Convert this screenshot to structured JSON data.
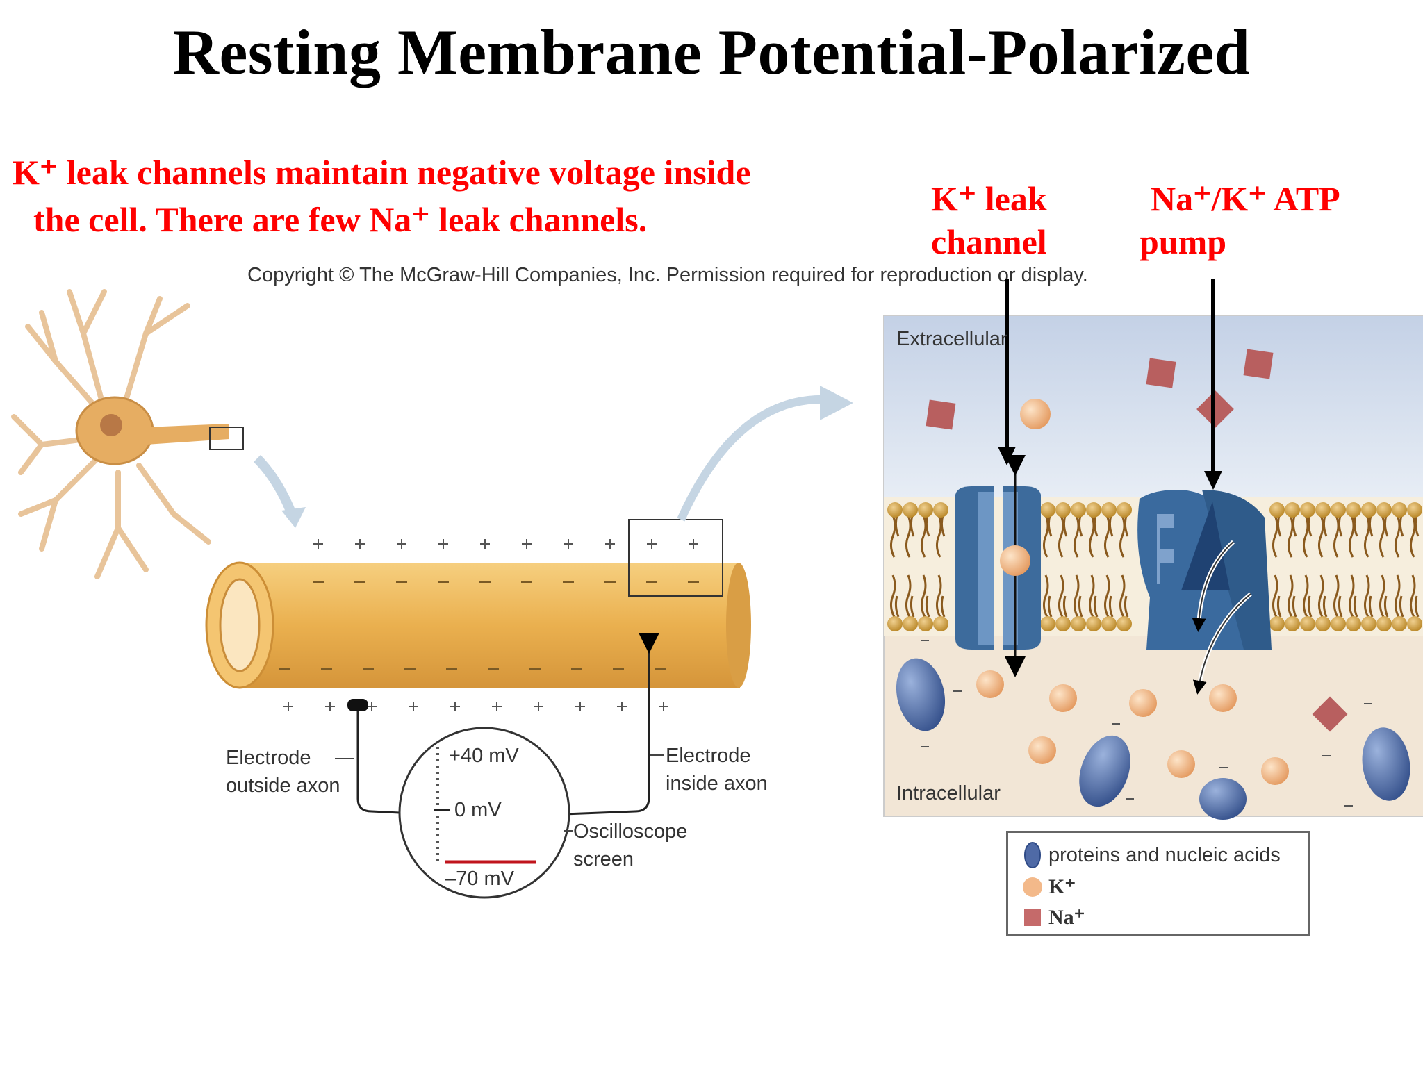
{
  "title": "Resting Membrane Potential-Polarized",
  "intro": {
    "line1": "K⁺ leak channels maintain negative voltage inside",
    "line2": "the cell.  There are few Na⁺ leak channels."
  },
  "callouts": {
    "k_leak_line1": "K⁺ leak",
    "k_leak_line2": "channel",
    "pump_line1": "Na⁺/K⁺ ATP",
    "pump_line2": "pump"
  },
  "copyright": "Copyright © The McGraw-Hill Companies, Inc. Permission required for reproduction or display.",
  "axon": {
    "electrode_outside_1": "Electrode",
    "electrode_outside_2": "outside axon",
    "electrode_inside_1": "Electrode",
    "electrode_inside_2": "inside axon",
    "scope_1": "Oscilloscope",
    "scope_2": "screen",
    "mv_plus40": "+40 mV",
    "mv_zero": "0 mV",
    "mv_minus70": "–70 mV"
  },
  "membrane": {
    "extracellular": "Extracellular",
    "intracellular": "Intracellular"
  },
  "legend": {
    "proteins": "proteins and nucleic acids",
    "k": "K⁺",
    "na": "Na⁺"
  },
  "colors": {
    "red_text": "#ff0000",
    "axon": "#eab04f",
    "protein": "#4f6aa6",
    "k_ion": "#f3b98a",
    "na_ion": "#c56a6a",
    "channel": "#3f6f9f",
    "resting_line": "#c0141c"
  }
}
